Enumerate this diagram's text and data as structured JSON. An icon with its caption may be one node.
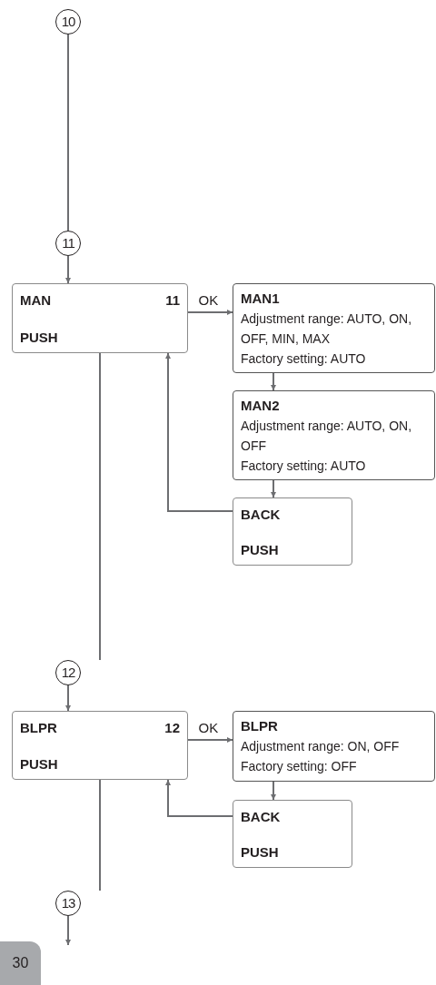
{
  "diagram": {
    "nodes": [
      {
        "text": [
          "10"
        ]
      },
      {
        "text": [
          "11"
        ]
      },
      {
        "text": [
          "MAN",
          "11",
          "PUSH"
        ]
      },
      {
        "text": [
          "MAN1",
          "Adjustment range: AUTO, ON, OFF, MIN, MAX",
          "Factory setting: AUTO"
        ]
      },
      {
        "text": [
          "MAN2",
          "Adjustment range: AUTO, ON, OFF",
          "Factory setting: AUTO"
        ]
      },
      {
        "text": [
          "BACK",
          "PUSH"
        ]
      },
      {
        "text": [
          "12"
        ]
      },
      {
        "text": [
          "BLPR",
          "12",
          "PUSH"
        ]
      },
      {
        "text": [
          "BLPR",
          "Adjustment range: ON, OFF",
          "Factory setting: OFF"
        ]
      },
      {
        "text": [
          "BACK",
          "PUSH"
        ]
      },
      {
        "text": [
          "13"
        ]
      }
    ],
    "edges": [
      {
        "from": 0,
        "to": 1,
        "arrow": "none"
      },
      {
        "from": 1,
        "to": 2,
        "arrow": "to"
      },
      {
        "from": 2,
        "to": 3,
        "arrow": "to",
        "label": "OK"
      },
      {
        "from": 3,
        "to": 4,
        "arrow": "to"
      },
      {
        "from": 4,
        "to": 5,
        "arrow": "to"
      },
      {
        "from": 5,
        "to": 2,
        "arrow": "to"
      },
      {
        "from": 2,
        "to": 6,
        "arrow": "none"
      },
      {
        "from": 6,
        "to": 7,
        "arrow": "to"
      },
      {
        "from": 7,
        "to": 8,
        "arrow": "to",
        "label": "OK"
      },
      {
        "from": 8,
        "to": 9,
        "arrow": "to"
      },
      {
        "from": 9,
        "to": 7,
        "arrow": "to"
      },
      {
        "from": 7,
        "to": 10,
        "arrow": "none"
      },
      {
        "from": 10,
        "to": null,
        "arrow": "to"
      }
    ],
    "labels": [
      "30"
    ]
  }
}
